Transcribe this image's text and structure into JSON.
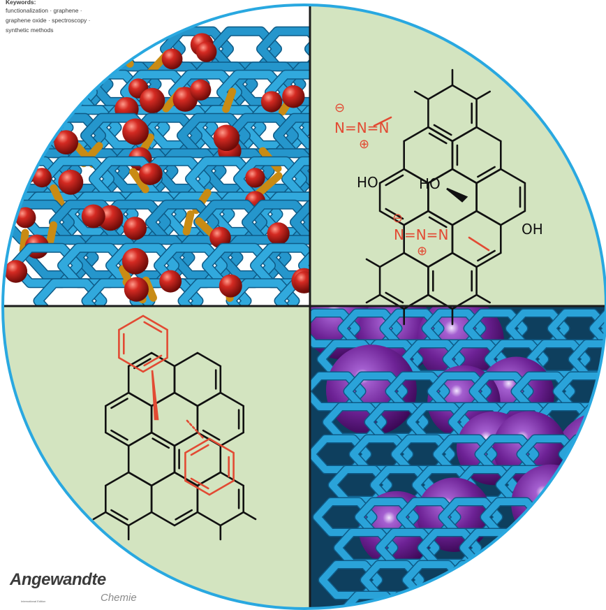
{
  "keywords": {
    "heading": "Keywords:",
    "lines": [
      "functionalization · graphene ·",
      "graphene oxide · spectroscopy ·",
      "synthetic methods"
    ]
  },
  "figure": {
    "panel_top_right": {
      "labels": {
        "diazo_top": "N=N=N",
        "minus_1": "⊖",
        "plus_1": "⊕",
        "ho_1": "HO",
        "ho_2": "HO",
        "oh_1": "OH",
        "diazo_mid": "N=N=N",
        "minus_2": "⊖",
        "plus_2": "⊕"
      }
    },
    "colors": {
      "bond_blue": "#2aa3d9",
      "oxygen_red": "#c8201d",
      "phosphorus_gold": "#c98b14",
      "potassium_purple": "#6a1f8a",
      "panel_green": "#d3e4c0",
      "accent_red": "#e24a33",
      "rim_blue": "#29a8e0"
    }
  },
  "logo": {
    "name": "Angewandte",
    "sub": "Chemie",
    "tagline": "International Edition"
  }
}
